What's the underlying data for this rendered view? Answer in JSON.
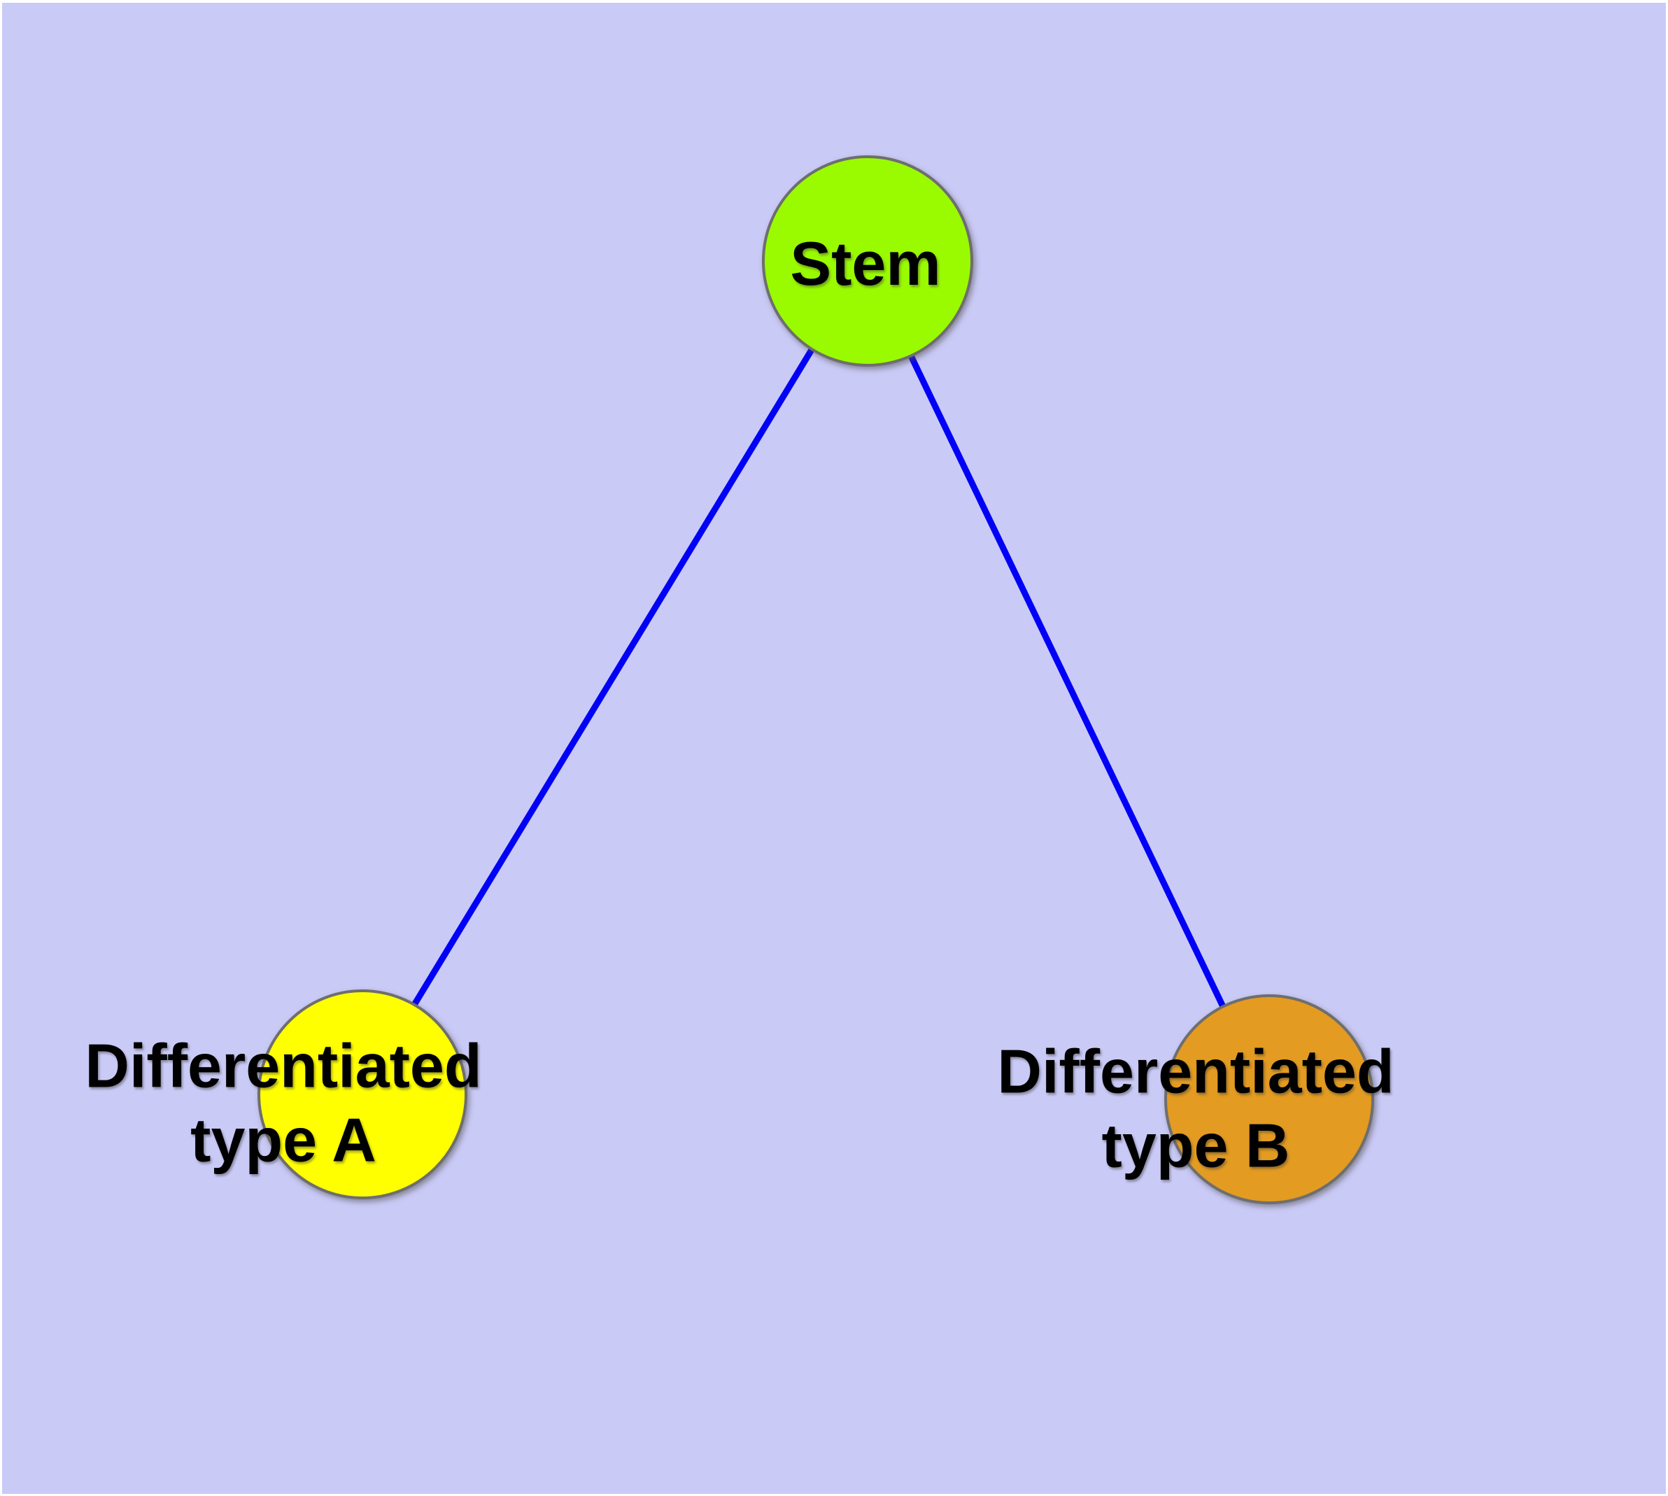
{
  "diagram": {
    "background_color": "#cacaf7",
    "edge_color": "#0101f8",
    "node_border_color": "#6e6e6e",
    "text_color": "#000000",
    "nodes": {
      "stem": {
        "label": "Stem",
        "fill": "#9afb01"
      },
      "type_a": {
        "label_line1": "Differentiated",
        "label_line2": "type A",
        "fill": "#ffff00"
      },
      "type_b": {
        "label_line1": "Differentiated",
        "label_line2": "type B",
        "fill": "#e39b21"
      }
    },
    "edges": [
      {
        "from": "Stem",
        "to": "Differentiated type A"
      },
      {
        "from": "Stem",
        "to": "Differentiated type B"
      }
    ]
  }
}
